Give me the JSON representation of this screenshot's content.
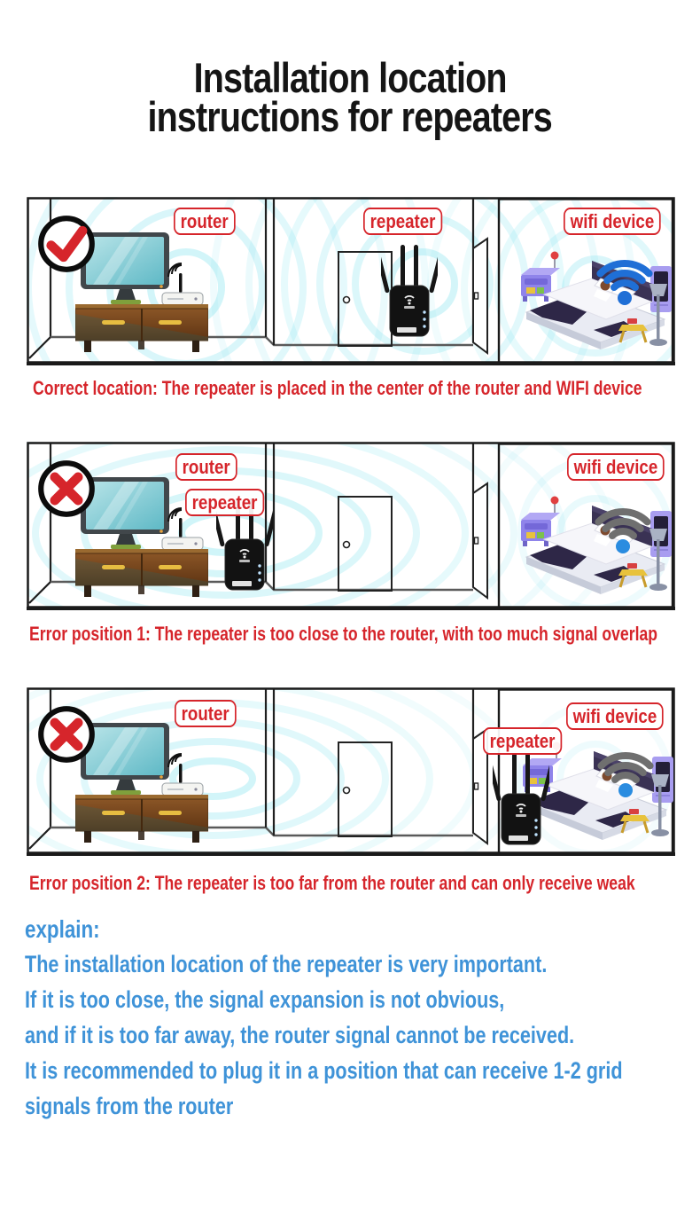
{
  "title": {
    "line1": "Installation location",
    "line2": "instructions for repeaters"
  },
  "panels": [
    {
      "id": "correct-location",
      "mark": "check",
      "labels": {
        "router": "router",
        "repeater": "repeater",
        "wifi_device": "wifi device"
      },
      "caption": "Correct location: The repeater is placed in the center of the router and WIFI device"
    },
    {
      "id": "error-position-1",
      "mark": "cross",
      "labels": {
        "router": "router",
        "repeater": "repeater",
        "wifi_device": "wifi device"
      },
      "caption": "Error position 1: The repeater is too close to the router, with too much signal overlap"
    },
    {
      "id": "error-position-2",
      "mark": "cross",
      "labels": {
        "router": "router",
        "repeater": "repeater",
        "wifi_device": "wifi device"
      },
      "caption": "Error position 2: The repeater is too far from the router and can only receive weak"
    }
  ],
  "explain": {
    "heading": "explain:",
    "lines": [
      "The installation location of the repeater is very important.",
      "If it is too close, the signal expansion is not obvious,",
      "and if it is too far away, the router signal cannot be received.",
      "It is recommended to plug it in a position that can receive 1-2 grid",
      "signals from the router"
    ]
  },
  "colors": {
    "accent_red": "#d6252b",
    "title_black": "#151515",
    "explain_blue": "#3f93d8",
    "ripple_cyan": "#8fe6f0",
    "wifi_blue": "#1f6fd6",
    "wifi_gray": "#6f6f6f",
    "wifi_dot_blue": "#2a8ce0"
  }
}
